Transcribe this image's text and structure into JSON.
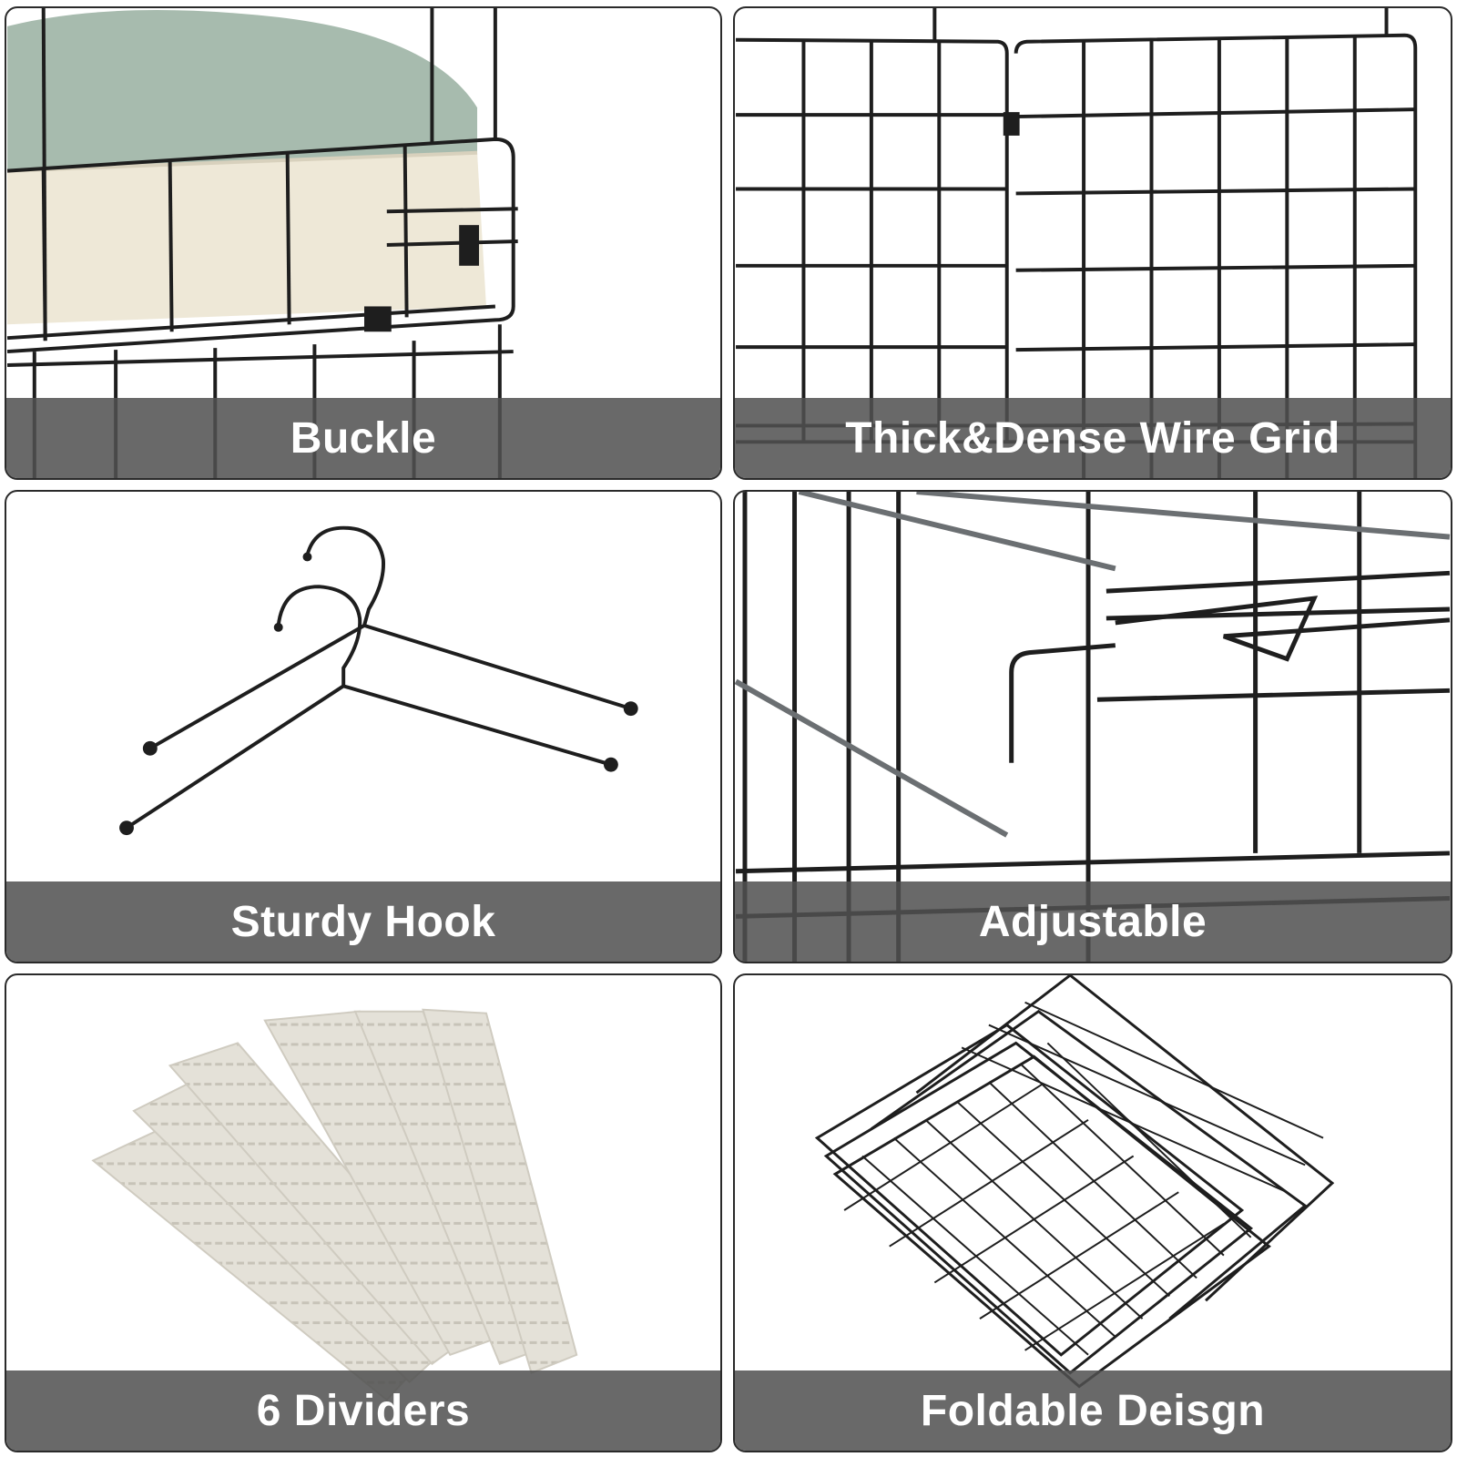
{
  "panels": [
    {
      "caption": "Buckle",
      "icon": "wire-basket-buckle-photo"
    },
    {
      "caption": "Thick&Dense Wire Grid",
      "icon": "wire-grid-photo"
    },
    {
      "caption": "Sturdy Hook",
      "icon": "hanger-hooks-photo"
    },
    {
      "caption": "Adjustable",
      "icon": "adjustable-shelf-photo"
    },
    {
      "caption": "6 Dividers",
      "icon": "plastic-dividers-photo"
    },
    {
      "caption": "Foldable Deisgn",
      "icon": "folded-panels-photo"
    }
  ],
  "colors": {
    "caption_bar": "#505050",
    "caption_text": "#ffffff",
    "wire": "#1e1e1e",
    "border": "#2a2a2a",
    "knit_green": "#9fb5a6",
    "knit_cream": "#efeadb",
    "divider": "#e4e1d8"
  }
}
